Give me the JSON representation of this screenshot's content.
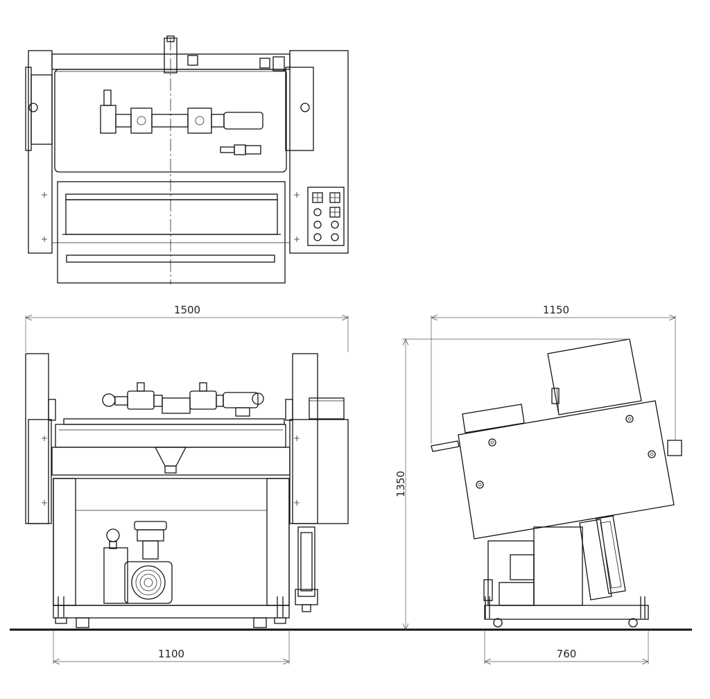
{
  "dimensions": {
    "front_overall_width": "1500",
    "front_base_width": "1100",
    "side_overall_depth": "1150",
    "side_height": "1350",
    "side_base_depth": "760"
  }
}
